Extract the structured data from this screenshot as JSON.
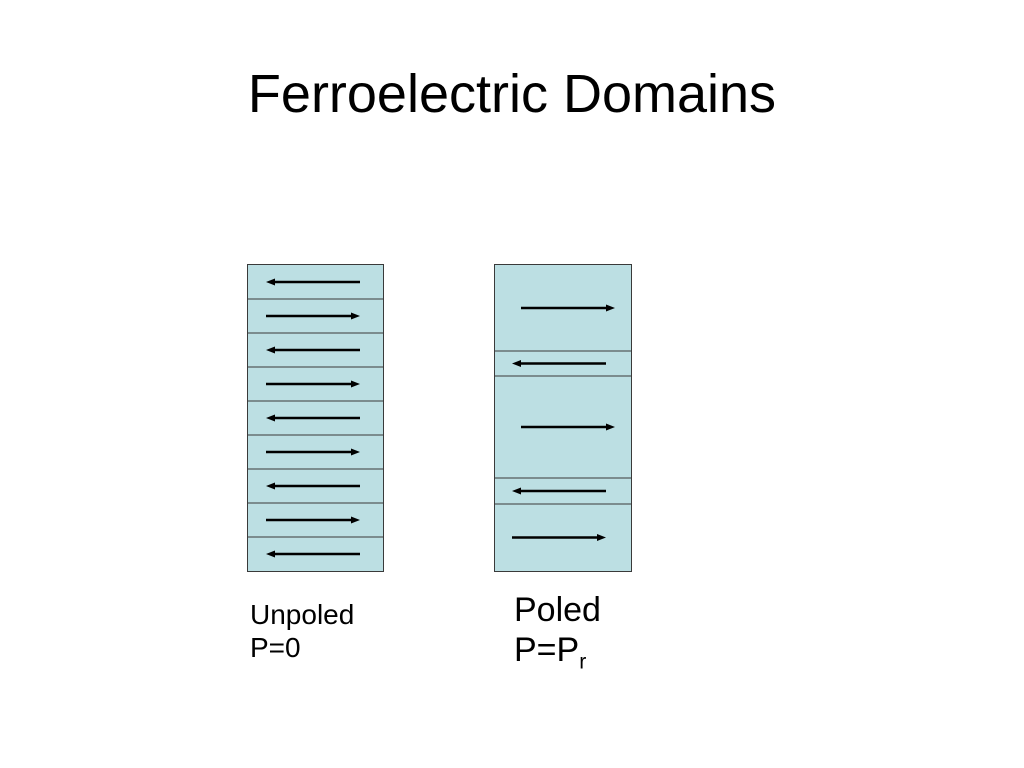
{
  "title": "Ferroelectric Domains",
  "colors": {
    "domain_fill": "#bcdfe3",
    "border": "#3a3a3a",
    "arrow": "#000000"
  },
  "unpoled": {
    "label": "Unpoled",
    "polarization": "P=0",
    "domains": [
      {
        "direction": "left"
      },
      {
        "direction": "right"
      },
      {
        "direction": "left"
      },
      {
        "direction": "right"
      },
      {
        "direction": "left"
      },
      {
        "direction": "right"
      },
      {
        "direction": "left"
      },
      {
        "direction": "right"
      },
      {
        "direction": "left"
      }
    ]
  },
  "poled": {
    "label": "Poled",
    "polarization_prefix": "P=P",
    "polarization_subscript": "r",
    "domains": [
      {
        "direction": "right"
      },
      {
        "direction": "left"
      },
      {
        "direction": "right"
      },
      {
        "direction": "left"
      },
      {
        "direction": "right"
      }
    ]
  }
}
